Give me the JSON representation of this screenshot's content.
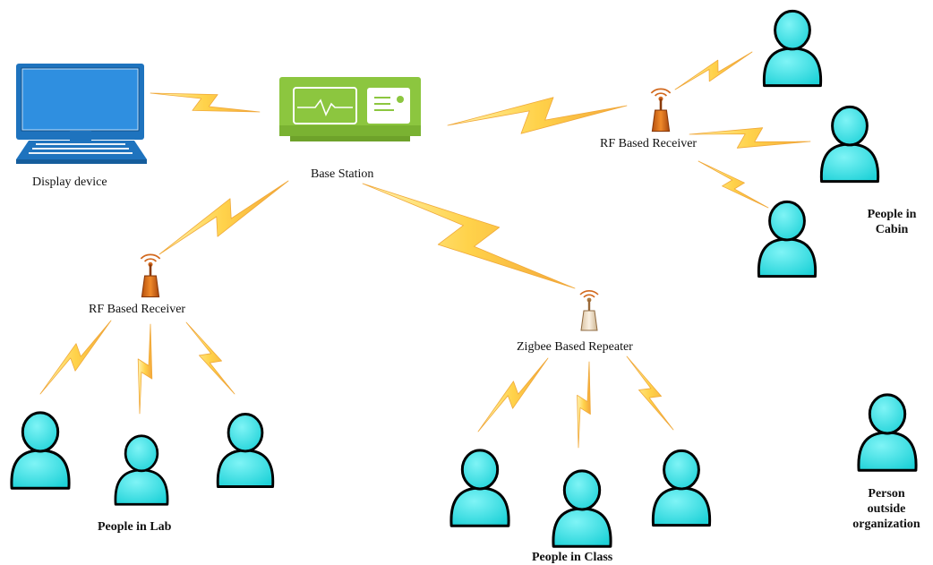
{
  "labels": {
    "display_device": "Display device",
    "base_station": "Base Station",
    "rf_receiver_top": "RF Based Receiver",
    "rf_receiver_left": "RF Based Receiver",
    "zigbee_repeater": "Zigbee Based Repeater",
    "people_lab": "People in Lab",
    "people_class": "People in Class",
    "people_cabin_line1": "People in",
    "people_cabin_line2": "Cabin",
    "outside_line1": "Person",
    "outside_line2": "outside",
    "outside_line3": "organization"
  },
  "colors": {
    "person_fill": "#33e6ea",
    "person_outline": "#000000",
    "bolt": "#ffd24a",
    "bolt_edge": "#f0a93a",
    "monitor_blue": "#1e73be",
    "base_green": "#8cc63f",
    "antenna_orange": "#e2731a",
    "antenna_light": "#f3e0c6"
  },
  "icons": {
    "person": "person-icon",
    "monitor": "desktop-monitor-icon",
    "base": "base-station-icon",
    "antenna": "antenna-icon",
    "bolt": "wireless-link-icon"
  }
}
